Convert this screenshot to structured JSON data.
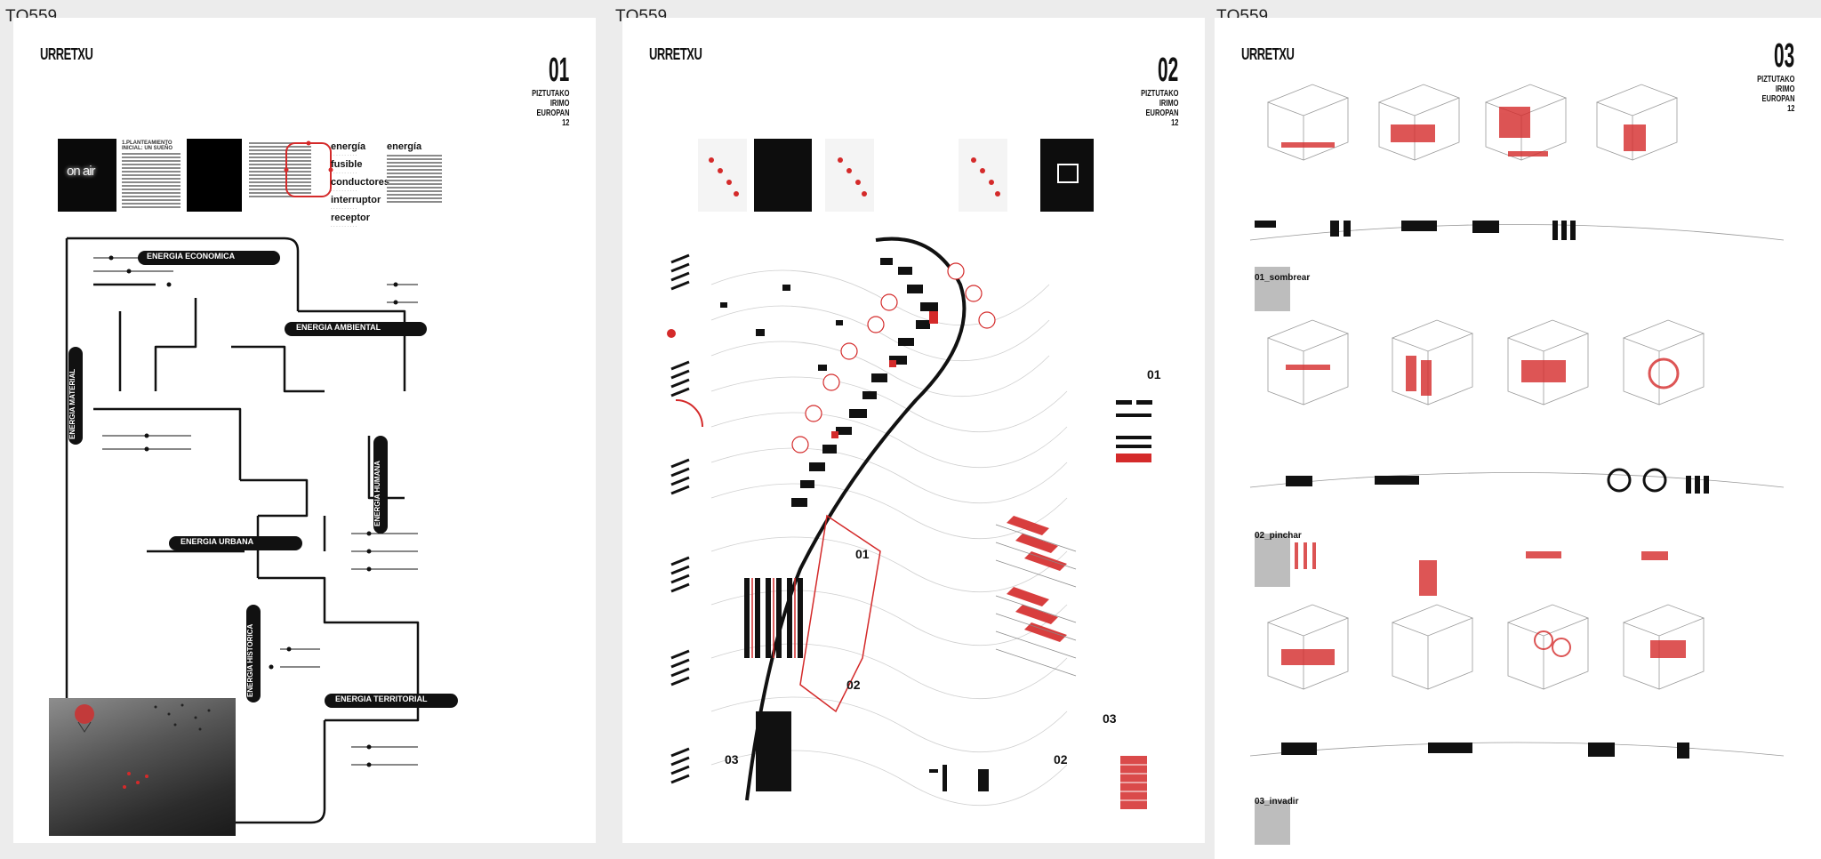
{
  "sheets": [
    {
      "code": "TQ559",
      "brand": "URRETXU",
      "number": "01",
      "title_lines": [
        "PIZTUTAKO",
        "IRIMO",
        "EUROPAN",
        "12"
      ],
      "intro_heading": "1.PLANTEAMIENTO INICIAL: UN SUEÑO",
      "keywords": [
        "energía",
        "fusible",
        "conductores",
        "interruptor",
        "receptor"
      ],
      "keyword_side": "energía",
      "onair": "on air",
      "energy_nodes": [
        "ENERGIA ECONOMICA",
        "ENERGIA AMBIENTAL",
        "ENERGIA MATERIAL",
        "ENERGIA HUMANA",
        "ENERGIA URBANA",
        "ENERGIA HISTORICA",
        "ENERGIA TERRITORIAL"
      ]
    },
    {
      "code": "TQ559",
      "brand": "URRETXU",
      "number": "02",
      "title_lines": [
        "PIZTUTAKO",
        "IRIMO",
        "EUROPAN",
        "12"
      ],
      "zones": [
        "01",
        "02",
        "03"
      ]
    },
    {
      "code": "TQ559",
      "brand": "URRETXU",
      "number": "03",
      "title_lines": [
        "PIZTUTAKO",
        "IRIMO",
        "EUROPAN",
        "12"
      ],
      "sections": [
        "01_sombrear",
        "02_pinchar",
        "03_invadir"
      ]
    }
  ],
  "colors": {
    "accent": "#d42a2a",
    "ink": "#111111",
    "panel": "#ffffff",
    "background": "#ececec"
  }
}
